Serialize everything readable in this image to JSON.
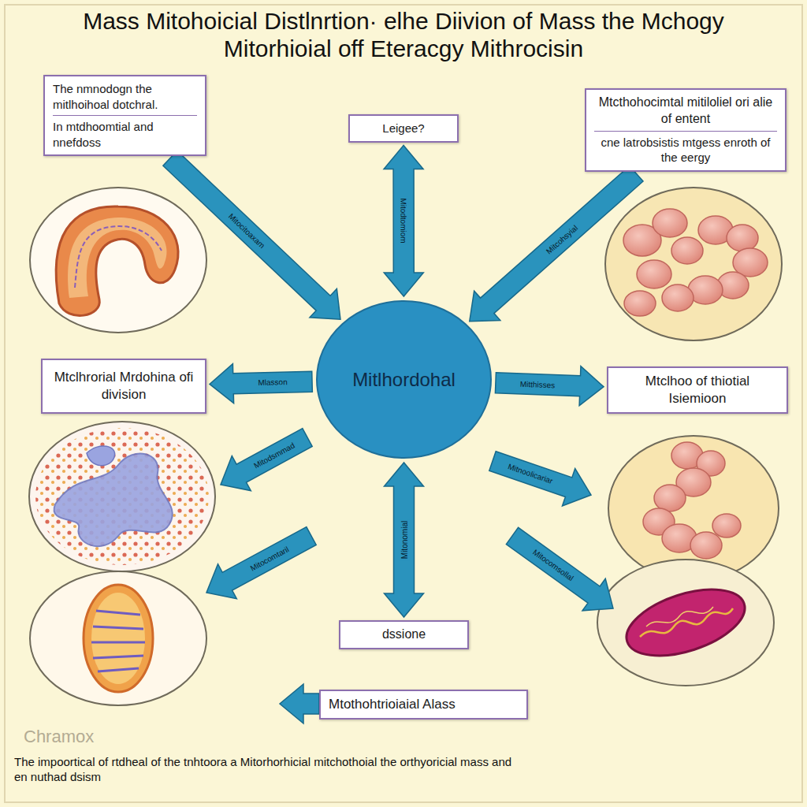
{
  "diagram": {
    "title": "Mass Mitohoicial Distlnrtion· elhe Diivion of Mass the Mchogy Mitorhioial off Eteracgy Mithrocisin",
    "caption": "The impoortical of rtdheal of the tnhtoora a Mitorhorhicial mitchothoial the orthyoricial mass and en nuthad dsism",
    "nodes": [
      {
        "text": [
          "The nmnodogn the mitlhoihoal dotchral.",
          "In mtdhoomtial and nnefdoss"
        ]
      },
      {
        "text": [
          "Leigee?"
        ]
      },
      {
        "text": [
          "Mtcthohocimtal mitiloliel ori alie of entent",
          "cne latrobsistis mtgess enroth of the eergy"
        ]
      },
      {
        "text": [
          "Mtclhrorial Mrdohina ofi division"
        ]
      },
      {
        "text": [
          "Mitlhordohal"
        ]
      },
      {
        "text": [
          "Mtclhoo of thiotial Isiemioon"
        ]
      },
      {
        "text": [
          "dssione"
        ]
      },
      {
        "text": [
          "Mtothohtrioiaial Alass"
        ]
      }
    ],
    "edges": [
      {
        "from": 0,
        "to": 4,
        "arrow": "to",
        "label": "Mitocitoaxam"
      },
      {
        "from": 1,
        "to": 4,
        "arrow": "both",
        "label": "Mitodtomiom"
      },
      {
        "from": 2,
        "to": 4,
        "arrow": "to",
        "label": "Mitcohsyial"
      },
      {
        "from": 4,
        "to": 3,
        "arrow": "to",
        "label": "Mlasson"
      },
      {
        "from": 4,
        "to": 5,
        "arrow": "to",
        "label": "Mitthisses"
      },
      {
        "from": 4,
        "to": 6,
        "arrow": "both",
        "label": "Mitonomial"
      }
    ],
    "labels": [
      "Mitodsmmad",
      "Mitnoolicariar",
      "Mitocomtaril",
      "Mitocomsollal",
      "Chramox"
    ]
  }
}
